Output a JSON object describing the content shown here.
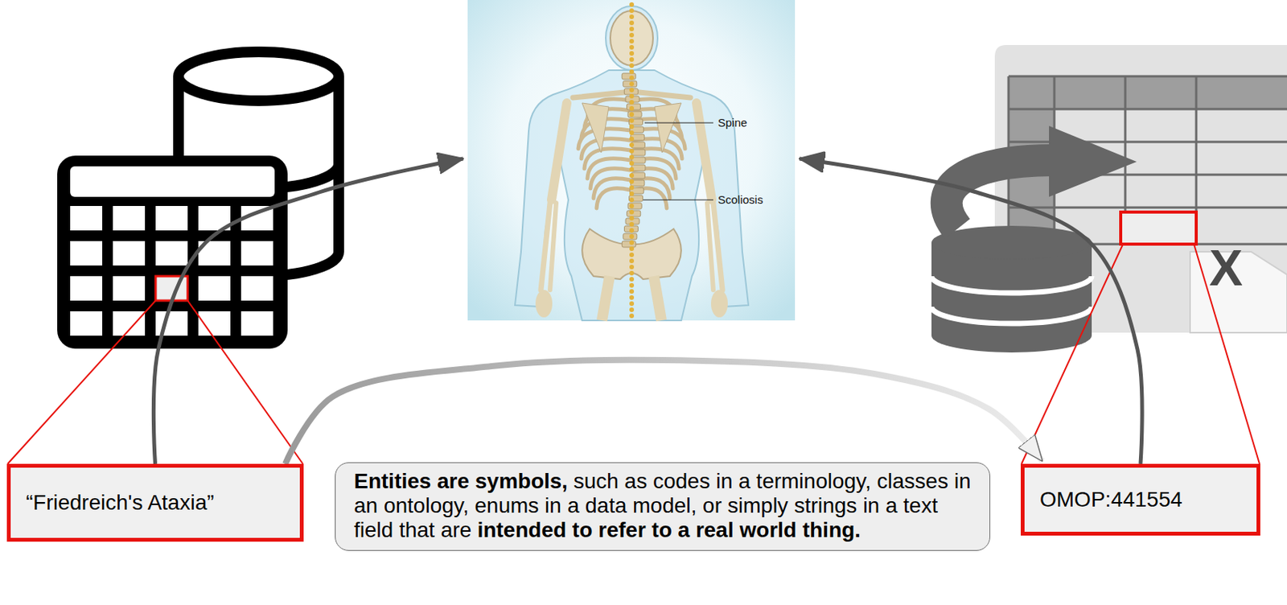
{
  "diagram": {
    "nodes": [
      {
        "text": [
          "Spine",
          "Scoliosis"
        ]
      },
      {
        "text": [
          "“Friedreich's Ataxia”"
        ]
      },
      {
        "text": [
          "Entities are symbols,",
          "such as codes in a terminology, classes in an ontology, enums in a data model, or simply strings in a text field that are",
          "intended to refer to a real world thing."
        ]
      },
      {
        "text": [
          "OMOP:441554"
        ]
      }
    ],
    "edges": [
      {
        "from": 1,
        "to": 0,
        "arrow": "to"
      },
      {
        "from": 3,
        "to": 0,
        "arrow": "to"
      },
      {
        "from": 1,
        "to": 3,
        "arrow": "to"
      }
    ],
    "labels": [
      "X"
    ]
  }
}
